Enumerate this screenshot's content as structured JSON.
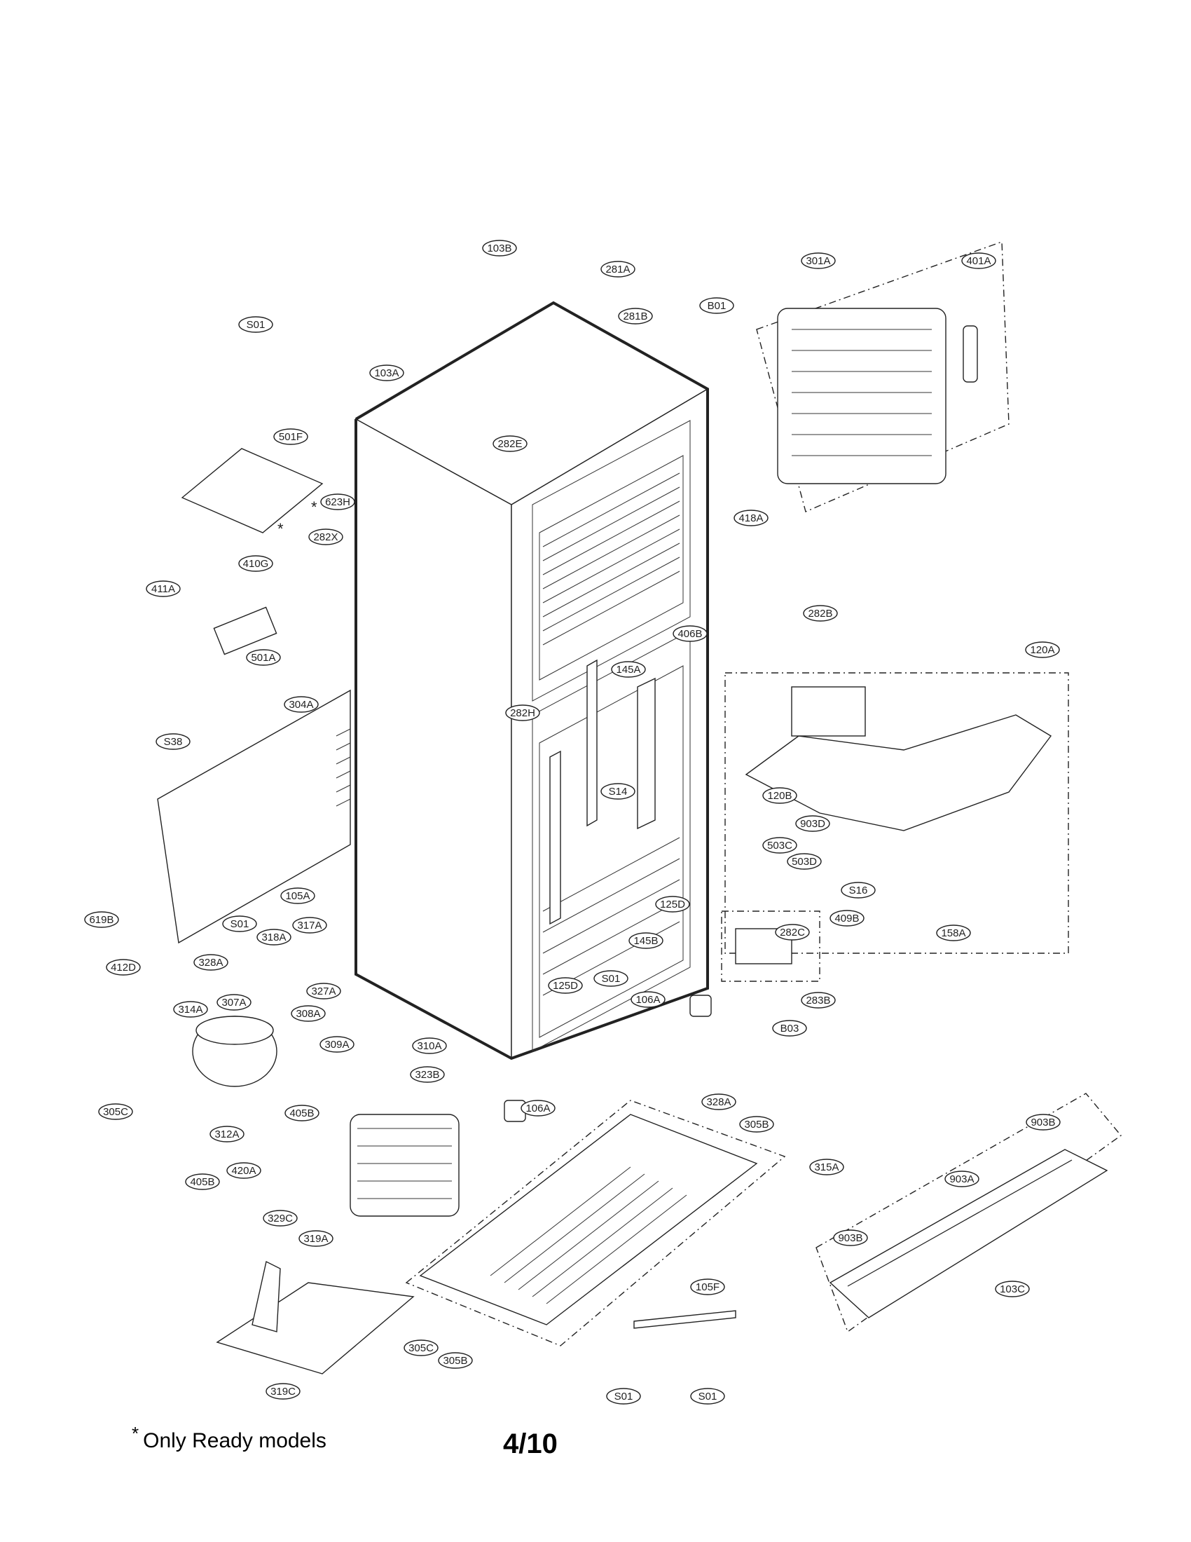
{
  "footnote": {
    "marker": "*",
    "text": "Only Ready models"
  },
  "page_number": "4/10",
  "asterisk_marks": [
    "*",
    "*"
  ],
  "callouts": [
    "103B",
    "281A",
    "401A",
    "301A",
    "S01",
    "281B",
    "B01",
    "103A",
    "501F",
    "282E",
    "623H",
    "282X",
    "410G",
    "418A",
    "411A",
    "501A",
    "282B",
    "406B",
    "120A",
    "304A",
    "145A",
    "282H",
    "S38",
    "S14",
    "120B",
    "903D",
    "503C",
    "503D",
    "S16",
    "105A",
    "125D",
    "619B",
    "S01",
    "317A",
    "318A",
    "409B",
    "158A",
    "282C",
    "328A",
    "145B",
    "412D",
    "327A",
    "S01",
    "125D",
    "106A",
    "283B",
    "B03",
    "314A",
    "307A",
    "308A",
    "309A",
    "310A",
    "323B",
    "106A",
    "328A",
    "305B",
    "305C",
    "312A",
    "405B",
    "903B",
    "315A",
    "903A",
    "420A",
    "405B",
    "329C",
    "319A",
    "903B",
    "103C",
    "105F",
    "305C",
    "305B",
    "319C",
    "S01",
    "S01"
  ]
}
